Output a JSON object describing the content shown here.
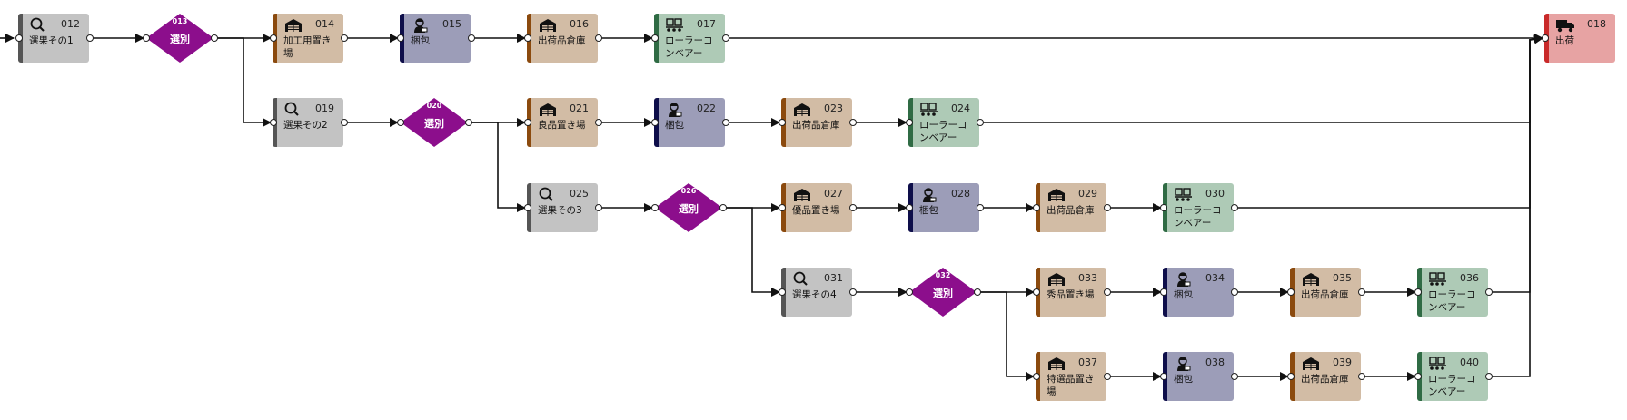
{
  "colors": {
    "search": "#c3c3c3",
    "place": "#d2bca5",
    "pack": "#9c9db8",
    "conveyor": "#aecab6",
    "ship": "#e7a3a3",
    "diamond": "#8c0e8c",
    "edge": "#111111"
  },
  "nodes": [
    {
      "id": "012",
      "label": "選果その1",
      "type": "search",
      "icon": "magnifier-icon"
    },
    {
      "id": "013",
      "label": "選別",
      "type": "diamond"
    },
    {
      "id": "014",
      "label": "加工用置き場",
      "type": "place",
      "icon": "warehouse-icon"
    },
    {
      "id": "015",
      "label": "梱包",
      "type": "pack",
      "icon": "worker-icon"
    },
    {
      "id": "016",
      "label": "出荷品倉庫",
      "type": "place",
      "icon": "warehouse-icon"
    },
    {
      "id": "017",
      "label": "ローラーコンベアー",
      "type": "conv",
      "icon": "conveyor-icon"
    },
    {
      "id": "018",
      "label": "出荷",
      "type": "ship",
      "icon": "truck-icon"
    },
    {
      "id": "019",
      "label": "選果その2",
      "type": "search",
      "icon": "magnifier-icon"
    },
    {
      "id": "020",
      "label": "選別",
      "type": "diamond"
    },
    {
      "id": "021",
      "label": "良品置き場",
      "type": "place",
      "icon": "warehouse-icon"
    },
    {
      "id": "022",
      "label": "梱包",
      "type": "pack",
      "icon": "worker-icon"
    },
    {
      "id": "023",
      "label": "出荷品倉庫",
      "type": "place",
      "icon": "warehouse-icon"
    },
    {
      "id": "024",
      "label": "ローラーコンベアー",
      "type": "conv",
      "icon": "conveyor-icon"
    },
    {
      "id": "025",
      "label": "選果その3",
      "type": "search",
      "icon": "magnifier-icon"
    },
    {
      "id": "026",
      "label": "選別",
      "type": "diamond"
    },
    {
      "id": "027",
      "label": "優品置き場",
      "type": "place",
      "icon": "warehouse-icon"
    },
    {
      "id": "028",
      "label": "梱包",
      "type": "pack",
      "icon": "worker-icon"
    },
    {
      "id": "029",
      "label": "出荷品倉庫",
      "type": "place",
      "icon": "warehouse-icon"
    },
    {
      "id": "030",
      "label": "ローラーコンベアー",
      "type": "conv",
      "icon": "conveyor-icon"
    },
    {
      "id": "031",
      "label": "選果その4",
      "type": "search",
      "icon": "magnifier-icon"
    },
    {
      "id": "032",
      "label": "選別",
      "type": "diamond"
    },
    {
      "id": "033",
      "label": "秀品置き場",
      "type": "place",
      "icon": "warehouse-icon"
    },
    {
      "id": "034",
      "label": "梱包",
      "type": "pack",
      "icon": "worker-icon"
    },
    {
      "id": "035",
      "label": "出荷品倉庫",
      "type": "place",
      "icon": "warehouse-icon"
    },
    {
      "id": "036",
      "label": "ローラーコンベアー",
      "type": "conv",
      "icon": "conveyor-icon"
    },
    {
      "id": "037",
      "label": "特選品置き場",
      "type": "place",
      "icon": "warehouse-icon"
    },
    {
      "id": "038",
      "label": "梱包",
      "type": "pack",
      "icon": "worker-icon"
    },
    {
      "id": "039",
      "label": "出荷品倉庫",
      "type": "place",
      "icon": "warehouse-icon"
    },
    {
      "id": "040",
      "label": "ローラーコンベアー",
      "type": "conv",
      "icon": "conveyor-icon"
    }
  ],
  "edges": [
    [
      "012",
      "013"
    ],
    [
      "013",
      "014"
    ],
    [
      "013",
      "019"
    ],
    [
      "014",
      "015"
    ],
    [
      "015",
      "016"
    ],
    [
      "016",
      "017"
    ],
    [
      "017",
      "018"
    ],
    [
      "019",
      "020"
    ],
    [
      "020",
      "021"
    ],
    [
      "020",
      "025"
    ],
    [
      "021",
      "022"
    ],
    [
      "022",
      "023"
    ],
    [
      "023",
      "024"
    ],
    [
      "024",
      "018"
    ],
    [
      "025",
      "026"
    ],
    [
      "026",
      "027"
    ],
    [
      "026",
      "031"
    ],
    [
      "027",
      "028"
    ],
    [
      "028",
      "029"
    ],
    [
      "029",
      "030"
    ],
    [
      "030",
      "018"
    ],
    [
      "031",
      "032"
    ],
    [
      "032",
      "033"
    ],
    [
      "032",
      "037"
    ],
    [
      "033",
      "034"
    ],
    [
      "034",
      "035"
    ],
    [
      "035",
      "036"
    ],
    [
      "036",
      "018"
    ],
    [
      "037",
      "038"
    ],
    [
      "038",
      "039"
    ],
    [
      "039",
      "040"
    ],
    [
      "040",
      "018"
    ]
  ]
}
